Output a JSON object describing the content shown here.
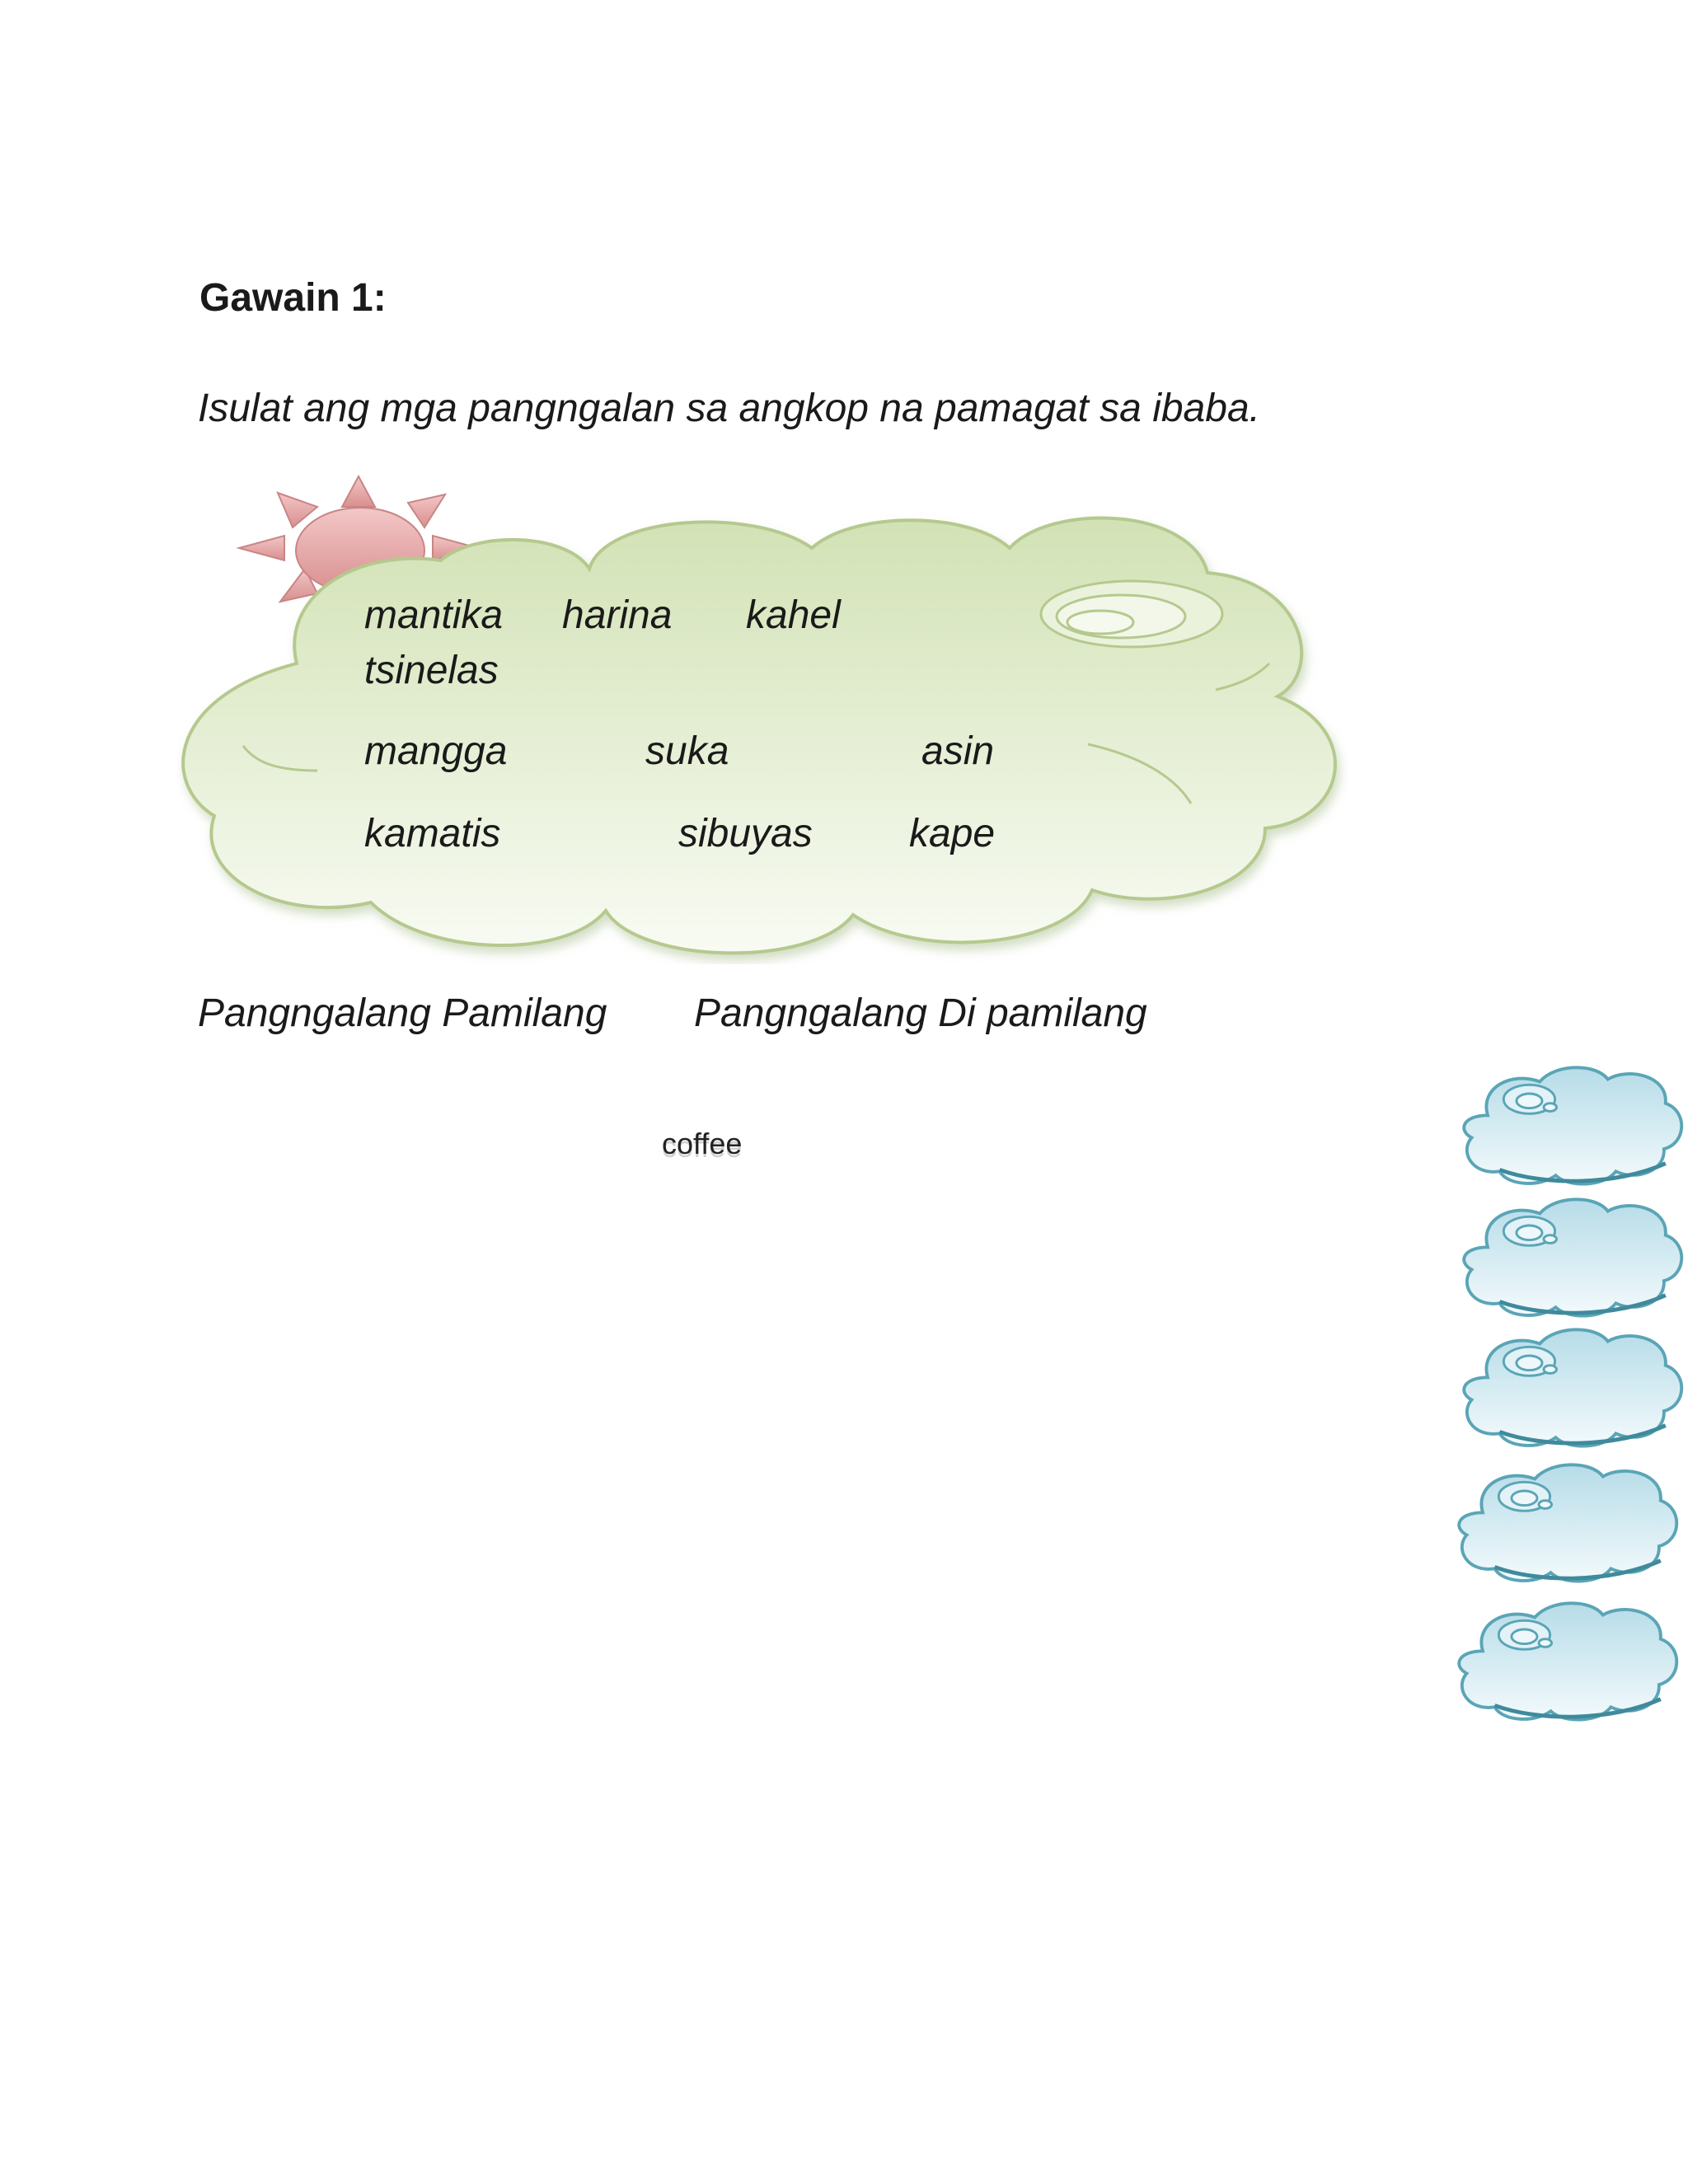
{
  "activity": {
    "heading": "Gawain 1:",
    "instruction": "Isulat ang mga pangngalan sa angkop na pamagat sa ibaba."
  },
  "word_bank": {
    "row1": [
      "mantika",
      "harina",
      "kahel"
    ],
    "row1_wrap": "tsinelas",
    "row2": [
      "mangga",
      "suka",
      "asin"
    ],
    "row3": [
      "kamatis",
      "sibuyas",
      "kape"
    ]
  },
  "columns": {
    "countable": "Pangngalang Pamilang",
    "uncountable": "Pangngalang Di pamilang"
  },
  "answer_text": "coffee",
  "colors": {
    "cloud_green_top": "#d6e5bb",
    "cloud_green_bottom": "#f7faf1",
    "sun": "#e6a1a1",
    "cloud_blue_top": "#b9dfe9",
    "cloud_blue_outline": "#5aa5b6"
  },
  "icons": [
    "sun-icon",
    "cloud-shape",
    "small-cloud-icon"
  ]
}
